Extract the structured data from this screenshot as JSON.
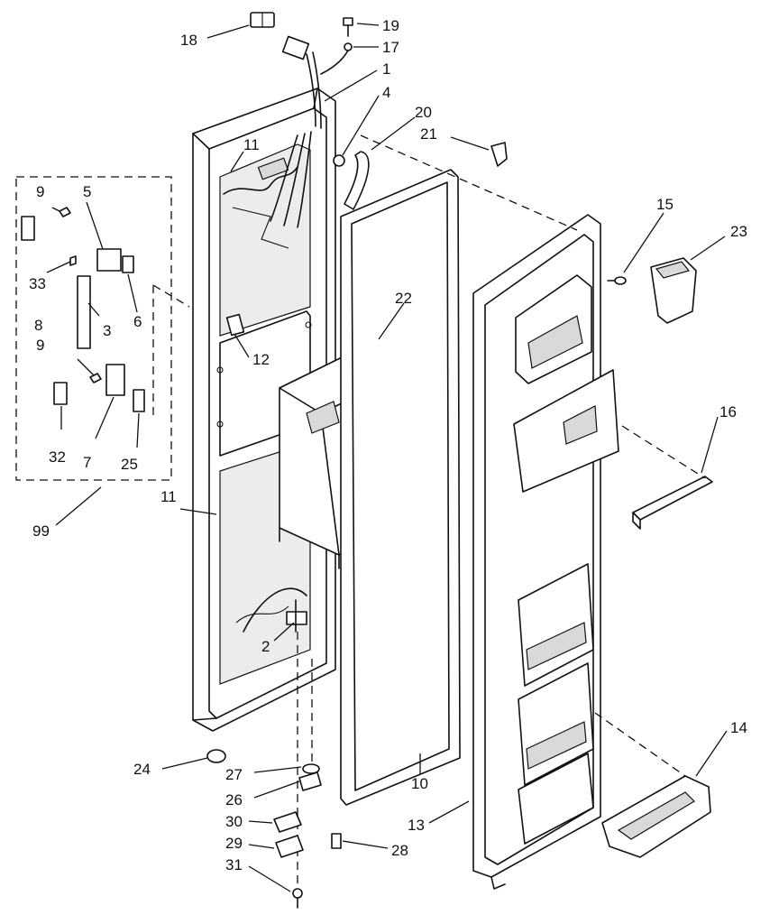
{
  "callouts": [
    {
      "id": "c18",
      "text": "18"
    },
    {
      "id": "c19",
      "text": "19"
    },
    {
      "id": "c17",
      "text": "17"
    },
    {
      "id": "c1",
      "text": "1"
    },
    {
      "id": "c4",
      "text": "4"
    },
    {
      "id": "c20",
      "text": "20"
    },
    {
      "id": "c21",
      "text": "21"
    },
    {
      "id": "c11a",
      "text": "11"
    },
    {
      "id": "c9a",
      "text": "9"
    },
    {
      "id": "c5",
      "text": "5"
    },
    {
      "id": "c33",
      "text": "33"
    },
    {
      "id": "c8",
      "text": "8"
    },
    {
      "id": "c3",
      "text": "3"
    },
    {
      "id": "c6",
      "text": "6"
    },
    {
      "id": "c15",
      "text": "15"
    },
    {
      "id": "c23",
      "text": "23"
    },
    {
      "id": "c22",
      "text": "22"
    },
    {
      "id": "c12",
      "text": "12"
    },
    {
      "id": "c9b",
      "text": "9"
    },
    {
      "id": "c32",
      "text": "32"
    },
    {
      "id": "c7",
      "text": "7"
    },
    {
      "id": "c25",
      "text": "25"
    },
    {
      "id": "c16",
      "text": "16"
    },
    {
      "id": "c11b",
      "text": "11"
    },
    {
      "id": "c99",
      "text": "99"
    },
    {
      "id": "c2",
      "text": "2"
    },
    {
      "id": "c14",
      "text": "14"
    },
    {
      "id": "c24",
      "text": "24"
    },
    {
      "id": "c27",
      "text": "27"
    },
    {
      "id": "c26",
      "text": "26"
    },
    {
      "id": "c10",
      "text": "10"
    },
    {
      "id": "c30",
      "text": "30"
    },
    {
      "id": "c13",
      "text": "13"
    },
    {
      "id": "c29",
      "text": "29"
    },
    {
      "id": "c28",
      "text": "28"
    },
    {
      "id": "c31",
      "text": "31"
    }
  ]
}
